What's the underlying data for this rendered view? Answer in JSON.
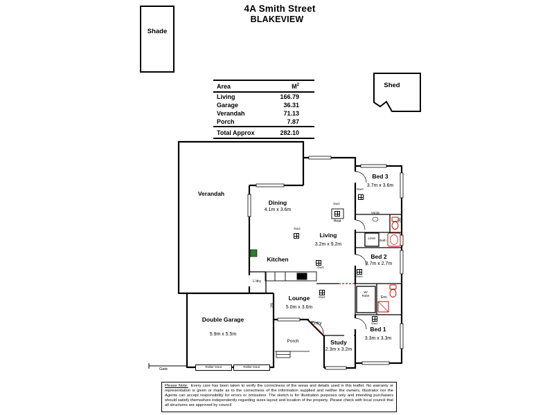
{
  "title": {
    "line1": "4A Smith Street",
    "line2": "BLAKEVIEW"
  },
  "outbuildings": {
    "shade_label": "Shade",
    "shed_label": "Shed"
  },
  "area_table": {
    "header": {
      "area": "Area",
      "unit": "M",
      "unit_sup": "2"
    },
    "rows": [
      {
        "label": "Living",
        "value": "166.79"
      },
      {
        "label": "Garage",
        "value": "36.31"
      },
      {
        "label": "Verandah",
        "value": "71.13"
      },
      {
        "label": "Porch",
        "value": "7.87"
      }
    ],
    "total": {
      "label": "Total Approx",
      "value": "282.10"
    }
  },
  "rooms": {
    "verandah": {
      "name": "Verandah"
    },
    "dining": {
      "name": "Dining",
      "dims": "4.1m x 3.6m"
    },
    "kitchen": {
      "name": "Kitchen"
    },
    "living": {
      "name": "Living",
      "dims": "3.2m x 9.2m"
    },
    "bed3": {
      "name": "Bed 3",
      "dims": "3.7m x 3.6m"
    },
    "bed2": {
      "name": "Bed 2",
      "dims": "3.7m x 2.7m"
    },
    "bed1": {
      "name": "Bed 1",
      "dims": "3.3m x 3.3m"
    },
    "lounge": {
      "name": "Lounge",
      "dims": "5.0m x 3.6m"
    },
    "study": {
      "name": "Study",
      "dims": "2.3m x 3.2m"
    },
    "garage": {
      "name": "Double Garage",
      "dims": "5.9m x 5.5m"
    },
    "porch": {
      "name": "Porch"
    },
    "entry": {
      "name": "Entry"
    },
    "laundry": {
      "name": "L'dry"
    }
  },
  "labels": {
    "heat": "Heat",
    "wc": "WC",
    "vanity": "Vanity",
    "linen": "Linen",
    "bath": "Bath",
    "ens": "Ens.",
    "robe_line1": "W/",
    "robe_line2": "Robe",
    "duct": "Duct",
    "bic": "BIC",
    "gate": "Gate",
    "roller_door": "Roller Door"
  },
  "disclaimer": {
    "title": "Please Note:",
    "body": "Every care has been taken to verify the correctness of the areas and details used in this leaflet. No warranty or representation is given or made as to the correctness of the information supplied and neither the owners, illustrator nor the Agents can accept responsibility for errors or omissions. The sketch is for illustration purposes only and intending purchasers should satisfy themselves independently regarding sizes layout and location of the property. Please check with local council that all structures are approved by council"
  },
  "colors": {
    "wall": "#000000",
    "fixture_red": "#cc0000",
    "kitchen_green": "#2e7d32"
  }
}
